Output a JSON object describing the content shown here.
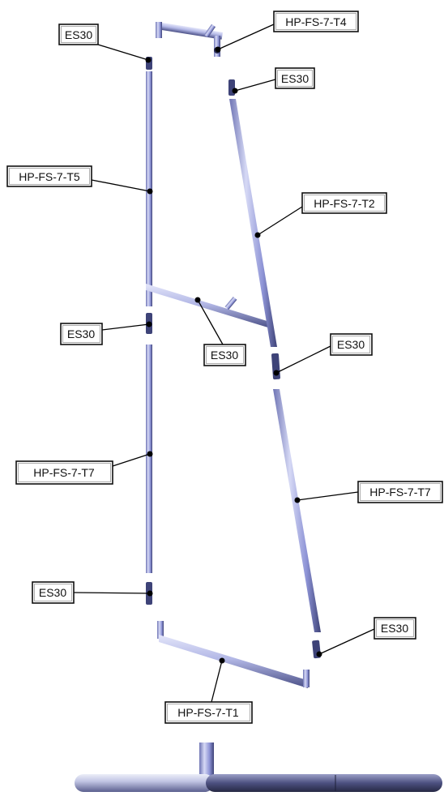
{
  "callouts": [
    {
      "id": "es30-top-left",
      "text": "ES30"
    },
    {
      "id": "hp-t4",
      "text": "HP-FS-7-T4"
    },
    {
      "id": "es30-top-right",
      "text": "ES30"
    },
    {
      "id": "hp-t5",
      "text": "HP-FS-7-T5"
    },
    {
      "id": "hp-t2",
      "text": "HP-FS-7-T2"
    },
    {
      "id": "es30-mid-left",
      "text": "ES30"
    },
    {
      "id": "es30-mid-center",
      "text": "ES30"
    },
    {
      "id": "es30-mid-right",
      "text": "ES30"
    },
    {
      "id": "hp-t7-left",
      "text": "HP-FS-7-T7"
    },
    {
      "id": "hp-t7-right",
      "text": "HP-FS-7-T7"
    },
    {
      "id": "es30-low-left",
      "text": "ES30"
    },
    {
      "id": "es30-low-right",
      "text": "ES30"
    },
    {
      "id": "hp-t1",
      "text": "HP-FS-7-T1"
    }
  ],
  "colors": {
    "tube_light": "#c9cdee",
    "tube_mid": "#8e94d6",
    "tube_dark": "#3e4378",
    "connector": "#2a2d52"
  }
}
